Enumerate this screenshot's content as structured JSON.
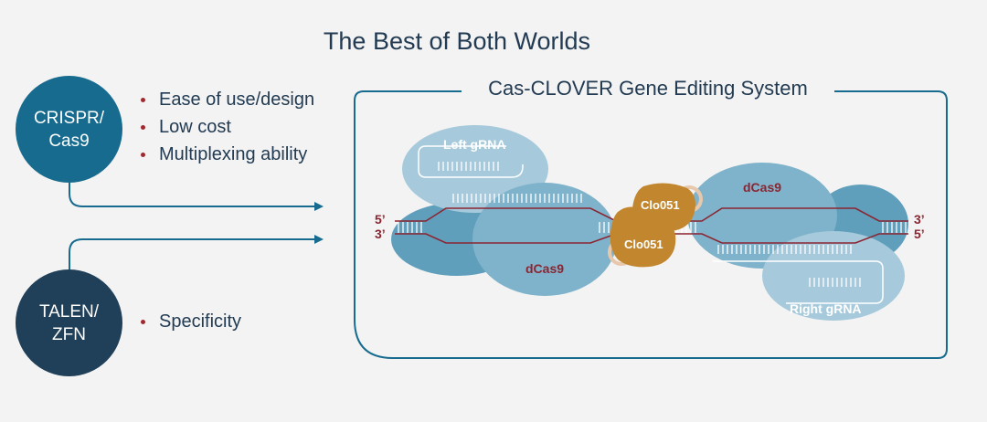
{
  "title": "The Best of Both Worlds",
  "crispr": {
    "label_line1": "CRISPR/",
    "label_line2": "Cas9",
    "bullets": [
      "Ease of use/design",
      "Low cost",
      "Multiplexing ability"
    ]
  },
  "talen": {
    "label_line1": "TALEN/",
    "label_line2": "ZFN",
    "bullets": [
      "Specificity"
    ]
  },
  "system": {
    "title": "Cas-CLOVER Gene Editing System",
    "left_grna": "Left gRNA",
    "right_grna": "Right gRNA",
    "dcas9_left": "dCas9",
    "dcas9_right": "dCas9",
    "clo051_top": "Clo051",
    "clo051_bottom": "Clo051",
    "strand_5_left": "5’",
    "strand_3_left": "3’",
    "strand_3_right": "3’",
    "strand_5_right": "5’"
  },
  "colors": {
    "crispr_circle": "#176b8e",
    "talen_circle": "#203f59",
    "dna_strand": "#8b2531",
    "clo051": "#c2872e",
    "dcas9_dark": "#5f9fbc",
    "dcas9_light": "#7fb3cb",
    "grna_bg": "#a6cadb"
  }
}
